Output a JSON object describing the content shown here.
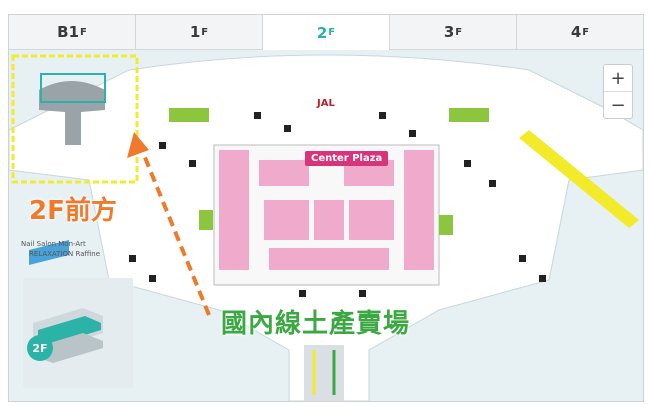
{
  "tabs": [
    {
      "label": "B1",
      "suffix": "F",
      "active": false
    },
    {
      "label": "1",
      "suffix": "F",
      "active": false
    },
    {
      "label": "2",
      "suffix": "F",
      "active": true
    },
    {
      "label": "3",
      "suffix": "F",
      "active": false
    },
    {
      "label": "4",
      "suffix": "F",
      "active": false
    }
  ],
  "map": {
    "zoom_in": "+",
    "zoom_out": "−",
    "floor_badge": "2F",
    "annotation_front": "2F前方",
    "annotation_local": "國內線土產賣場",
    "center_plaza": "Center Plaza",
    "jal_sign": "JAL",
    "left_sign": "Nail Salon Mon-Art",
    "left_sign2": "RELAXATION Raffine"
  },
  "colors": {
    "accent": "#2ab3a6",
    "annotation_orange": "#f07a2b",
    "annotation_green": "#3ca843",
    "highlight_yellow": "#f3ea2a",
    "shop_pink": "#f0aacb"
  }
}
